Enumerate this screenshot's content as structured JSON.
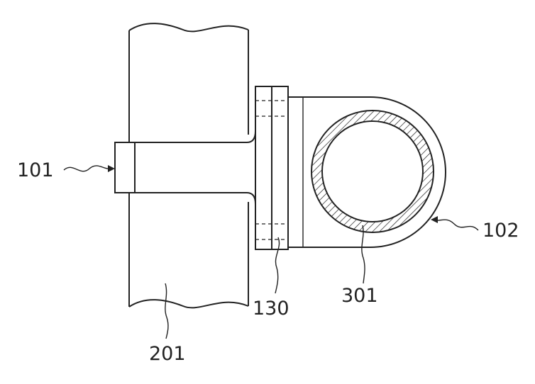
{
  "figure": {
    "labels": {
      "bracket_left": "101",
      "bracket_right": "102",
      "flange": "130",
      "pole": "201",
      "pipe": "301"
    }
  }
}
